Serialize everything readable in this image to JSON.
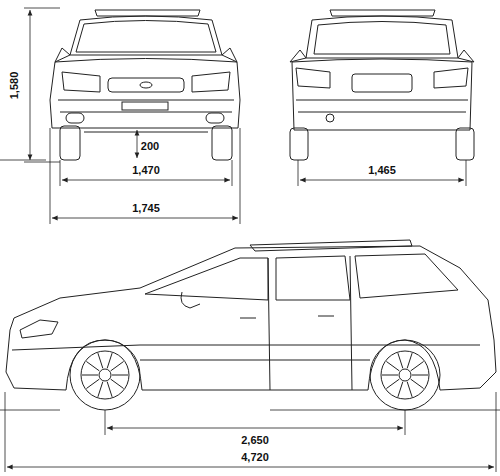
{
  "diagram": {
    "labels": [
      "1,580",
      "200",
      "1,470",
      "1,745",
      "1,465",
      "2,650",
      "4,720"
    ]
  }
}
